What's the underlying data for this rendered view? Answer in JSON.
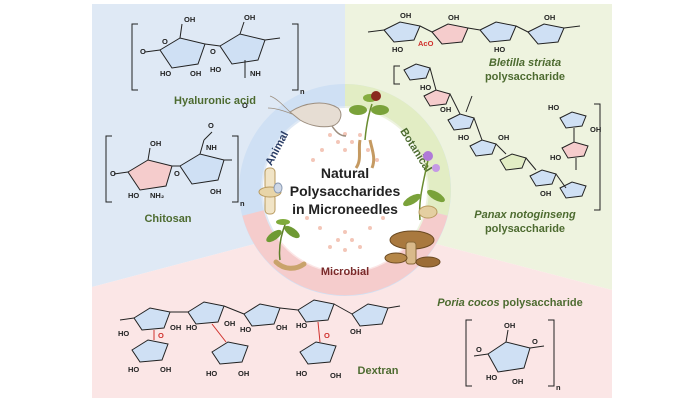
{
  "center": {
    "line1": "Natural",
    "line2": "Polysaccharides",
    "line3": "in Microneedles"
  },
  "ring": {
    "animal": "Animal",
    "botanical": "Botanical",
    "microbial": "Microbial"
  },
  "captions": {
    "hyaluronic": "Hyaluronic acid",
    "chitosan": "Chitosan",
    "bletilla_species": "Bletilla striata",
    "bletilla_word": "polysaccharide",
    "panax_species": "Panax notoginseng",
    "panax_word": "polysaccharide",
    "poria_species": "Poria cocos",
    "poria_word": "polysaccharide",
    "dextran": "Dextran"
  },
  "atoms": {
    "oh": "OH",
    "o": "O",
    "nh": "NH",
    "nh2": "NH₂",
    "ho": "HO",
    "aco": "AcO",
    "n": "n"
  },
  "colors": {
    "animal_bg": "#dfe9f5",
    "botanical_bg": "#eef3df",
    "microbial_bg": "#fbe6e6",
    "animal_ring": "#9fbce0",
    "botanical_ring": "#b7cf85",
    "microbial_ring": "#efb7b7",
    "label_green": "#4d6b30",
    "ring_blue": "#cfe0f4",
    "ring_pink": "#f5cccc",
    "ring_green": "#e2edc4"
  }
}
